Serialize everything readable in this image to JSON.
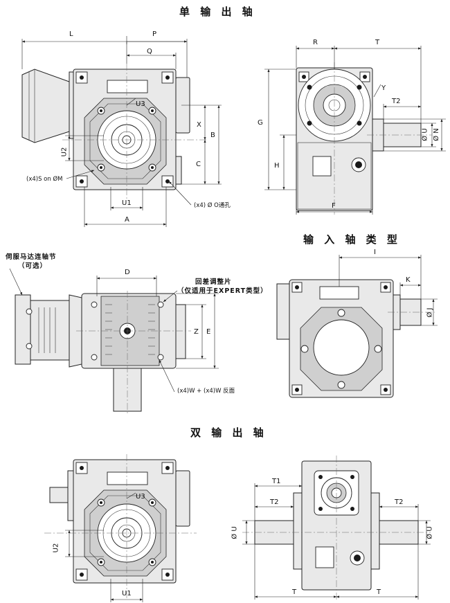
{
  "titles": {
    "single_output": "单 输 出 轴",
    "input_type": "输 入 轴 类 型",
    "double_output": "双 输 出 轴"
  },
  "dims": {
    "L": "L",
    "P": "P",
    "Q": "Q",
    "U3": "U3",
    "X": "X",
    "B": "B",
    "U2": "U2",
    "C": "C",
    "U1": "U1",
    "A": "A",
    "S_on_M": "(x4)S on ØM",
    "O_hole": "(x4) Ø O通孔",
    "R": "R",
    "T": "T",
    "Y": "Y",
    "T2": "T2",
    "G": "G",
    "H": "H",
    "F": "F",
    "U": "Ø U",
    "N": "Ø N",
    "servo_coupling": "伺服马达连轴节",
    "optional": "（可选）",
    "D": "D",
    "Z": "Z",
    "E": "E",
    "backlash_shim": "回差调整片",
    "expert_only": "（仅适用于EXPERT类型）",
    "W_reverse": "(x4)W + (x4)W 反面",
    "I": "I",
    "K": "K",
    "J": "Ø J",
    "T1": "T1",
    "U_left": "Ø U",
    "U_right": "Ø U",
    "T_left": "T",
    "T_right": "T",
    "T2_left": "T2",
    "T2_right": "T2",
    "U1_b": "U1",
    "U2_b": "U2",
    "U3_b": "U3"
  }
}
